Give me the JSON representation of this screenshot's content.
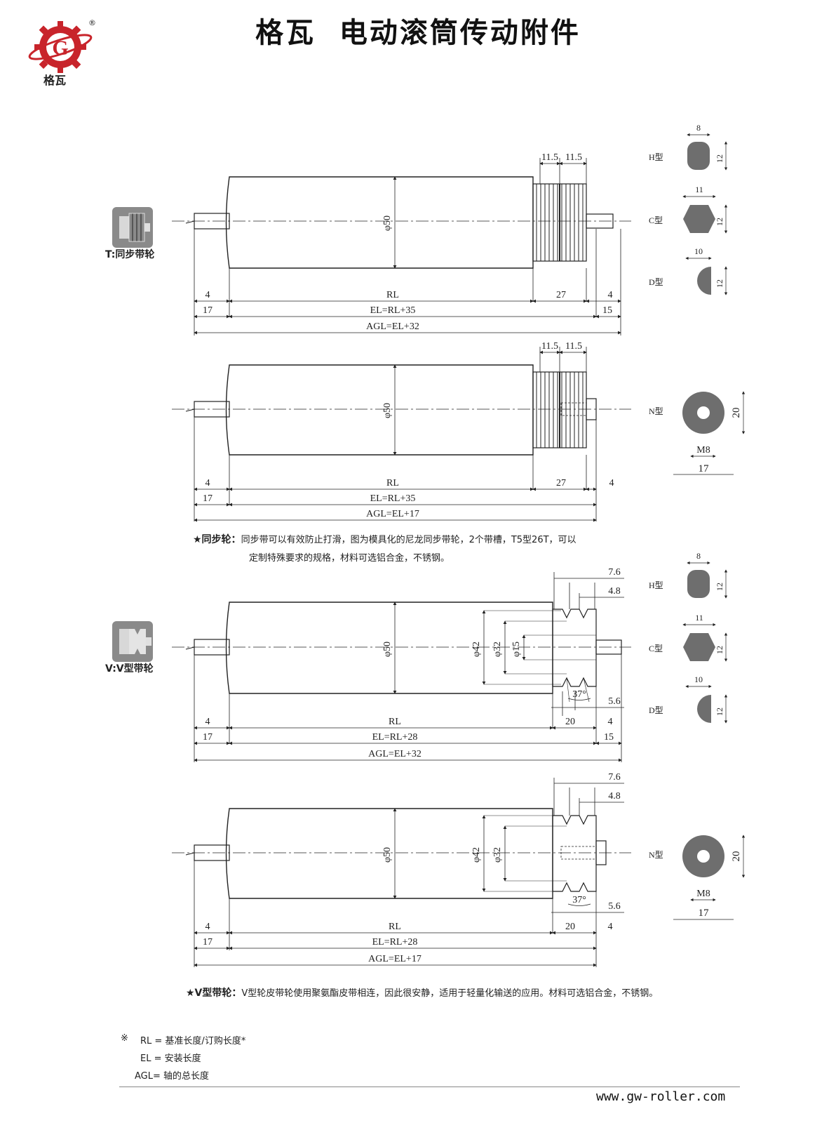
{
  "brand": {
    "logo_letter": "G",
    "logo_text": "格瓦",
    "registered": "®",
    "title": "格瓦  电动滚筒传动附件"
  },
  "sections": {
    "timing": {
      "thumb_label": "T:同步带轮",
      "note_lead": "★同步轮：",
      "note_line1": "同步带可以有效防止打滑，图为模具化的尼龙同步带轮，2个带槽，T5型26T，可以",
      "note_line2": "定制特殊要求的规格，材料可选铝合金，不锈钢。"
    },
    "vbelt": {
      "thumb_label": "V:V型带轮",
      "note_lead": "★V型带轮：",
      "note_line1": "V型轮皮带轮使用聚氨酯皮带相连，因此很安静，适用于轻量化输送的应用。材料可选铝合金，不锈钢。"
    }
  },
  "dims": {
    "d50": "φ50",
    "d42": "φ42",
    "d32": "φ32",
    "d15": "φ15",
    "w115": "11.5",
    "w76": "7.6",
    "w48": "4.8",
    "w56": "5.6",
    "angle": "37°",
    "rl": "RL",
    "n4": "4",
    "n17": "17",
    "n15": "15",
    "n27": "27",
    "n20": "20",
    "el35": "EL=RL+35",
    "el28": "EL=RL+28",
    "agl32": "AGL=EL+32",
    "agl17": "AGL=EL+17"
  },
  "shafts": {
    "h": {
      "label": "H型",
      "w": "8",
      "h": "12"
    },
    "c": {
      "label": "C型",
      "w": "11",
      "h": "12"
    },
    "d": {
      "label": "D型",
      "w": "10",
      "h": "12"
    },
    "n": {
      "label": "N型",
      "thread": "M8",
      "w": "17",
      "h": "20"
    }
  },
  "legend": {
    "mark": "※",
    "rl": "RL = 基准长度/订购长度*",
    "el": "EL = 安装长度",
    "agl": "AGL= 轴的总长度"
  },
  "footer": {
    "url": "www.gw-roller.com"
  },
  "colors": {
    "logo_red": "#c8242b",
    "shaft_gray": "#6e6e6e",
    "line": "#222222"
  }
}
